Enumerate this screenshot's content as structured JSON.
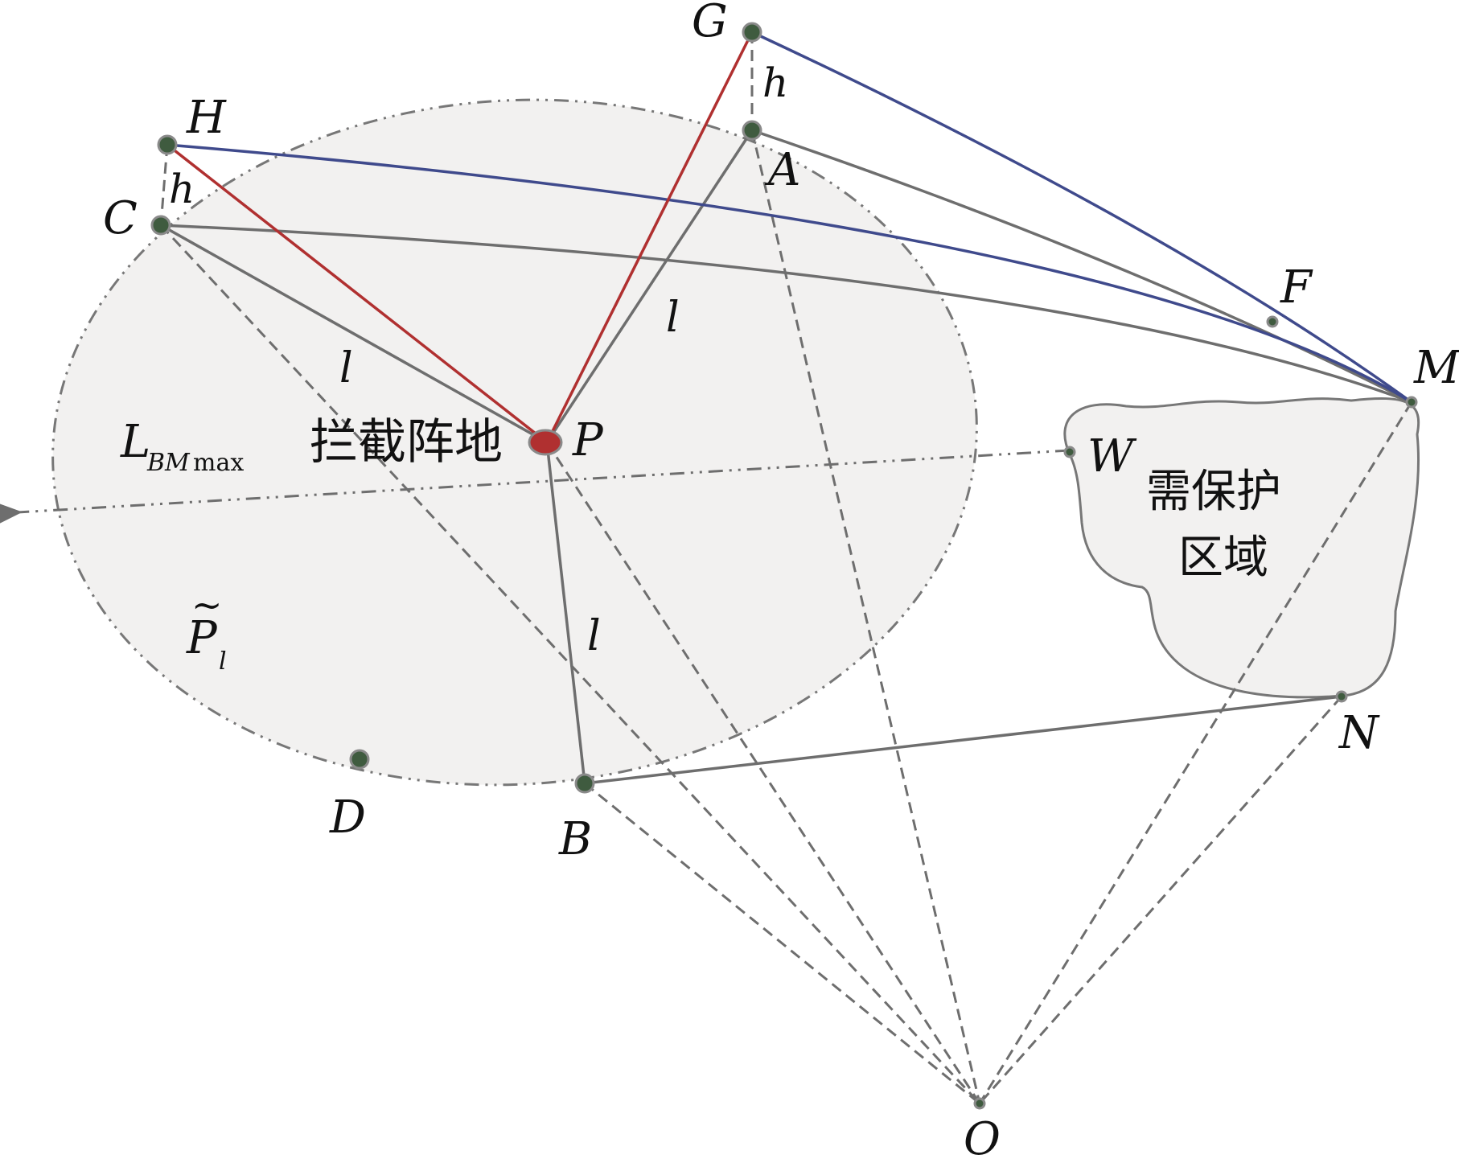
{
  "diagram": {
    "points": {
      "G": "G",
      "H": "H",
      "A": "A",
      "C": "C",
      "F": "F",
      "M": "M",
      "P": "P",
      "W": "W",
      "D": "D",
      "B": "B",
      "N": "N",
      "O": "O"
    },
    "segment_labels": {
      "h_top": "h",
      "h_left": "h",
      "l_pa": "l",
      "l_pc": "l",
      "l_pb": "l"
    },
    "region_labels": {
      "position": "拦截阵地",
      "protected_line1": "需保护",
      "protected_line2": "区域"
    },
    "axis_label": {
      "main": "L",
      "subscript_italic": "BM",
      "subscript_roman": "max"
    },
    "area_label": {
      "main": "P",
      "tilde": "~",
      "subscript": "l"
    },
    "colors": {
      "ellipse_fill": "#f2f1f0",
      "gray_line": "#6e6e6e",
      "red_line": "#b03030",
      "blue_line": "#3f4a8c",
      "point_fill": "#3f5b3f"
    }
  }
}
